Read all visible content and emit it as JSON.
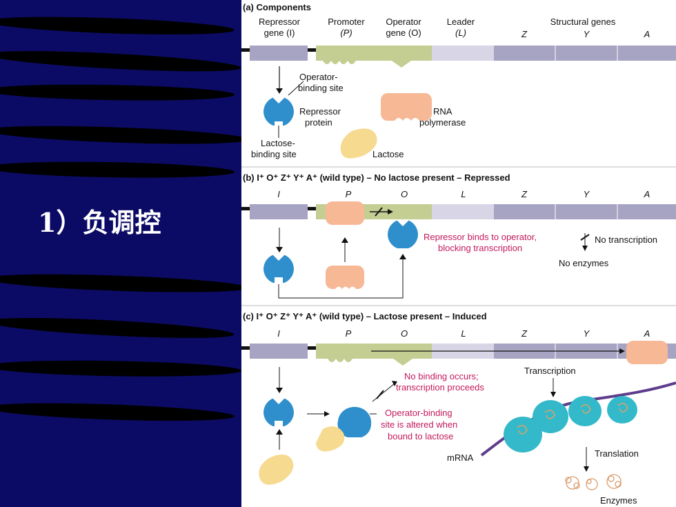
{
  "slide": {
    "title": "1）负调控"
  },
  "colors": {
    "background": "#0b0b6a",
    "repressor_gene": "#a7a3c2",
    "promoter_operator": "#c4cd92",
    "leader": "#d8d5e6",
    "structural": "#a7a3c2",
    "repressor_protein": "#2f8fcc",
    "rna_polymerase": "#f7b896",
    "lactose": "#f6da90",
    "highlight": "#c2185b",
    "ribosome": "#33b9c9",
    "mrna": "#5e3c8c"
  },
  "panel_a": {
    "title": "(a) Components",
    "gene_labels": {
      "repressor": [
        "Repressor",
        "gene (I)"
      ],
      "promoter": [
        "Promoter",
        "(P)"
      ],
      "operator": [
        "Operator",
        "gene (O)"
      ],
      "leader": [
        "Leader",
        "(L)"
      ],
      "structural": "Structural genes",
      "z": "Z",
      "y": "Y",
      "a": "A"
    },
    "operator_binding_site": [
      "Operator-",
      "binding site"
    ],
    "repressor_protein": [
      "Repressor",
      "protein"
    ],
    "lactose_binding_site": [
      "Lactose-",
      "binding site"
    ],
    "rna_polymerase": [
      "RNA",
      "polymerase"
    ],
    "lactose": "Lactose"
  },
  "panel_b": {
    "title": "(b) I⁺ O⁺ Z⁺ Y⁺ A⁺ (wild type) – No lactose present – Repressed",
    "gene_letters": [
      "I",
      "P",
      "O",
      "L",
      "Z",
      "Y",
      "A"
    ],
    "repressor_binds": [
      "Repressor binds to operator,",
      "blocking transcription"
    ],
    "no_transcription": "No transcription",
    "no_enzymes": "No enzymes"
  },
  "panel_c": {
    "title": "(c) I⁺ O⁺ Z⁺ Y⁺ A⁺ (wild type) – Lactose present – Induced",
    "gene_letters": [
      "I",
      "P",
      "O",
      "L",
      "Z",
      "Y",
      "A"
    ],
    "no_binding": [
      "No binding occurs;",
      "transcription proceeds"
    ],
    "operator_altered": [
      "Operator-binding",
      "site is altered when",
      "bound to lactose"
    ],
    "transcription": "Transcription",
    "translation": "Translation",
    "mrna": "mRNA",
    "enzymes": "Enzymes"
  }
}
